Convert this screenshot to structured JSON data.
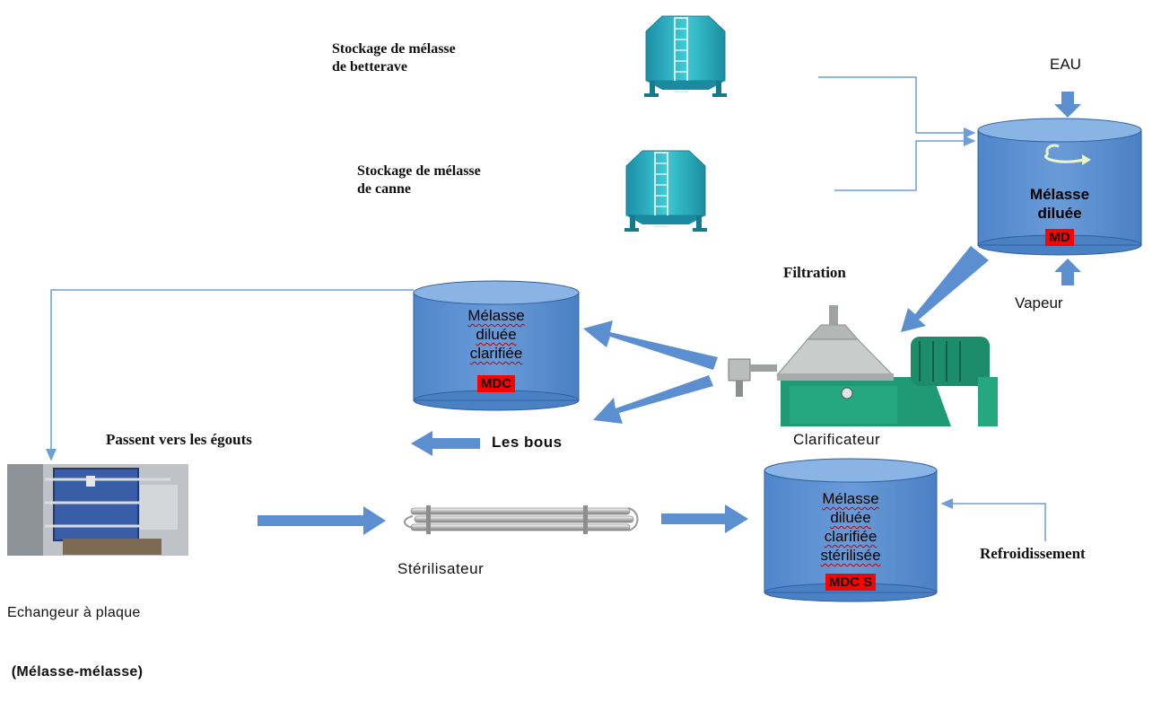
{
  "labels": {
    "storage_beet_line1": "Stockage de mélasse",
    "storage_beet_line2": "de betterave",
    "storage_cane_line1": "Stockage de mélasse",
    "storage_cane_line2": "de canne",
    "water": "EAU",
    "steam": "Vapeur",
    "filtration": "Filtration",
    "clarifier": "Clarificateur",
    "sludge": "Les bous",
    "to_sewer": "Passent vers les égouts",
    "exchanger_line1": "Echangeur à plaque",
    "exchanger_line2": " (Mélasse-mélasse)",
    "sterilizer": "Stérilisateur",
    "cooling": "Refroidissement"
  },
  "tanks": {
    "md": {
      "line1": "Mélasse",
      "line2": "diluée",
      "code": "MD"
    },
    "mdc": {
      "line1": "Mélasse",
      "line2": "diluée",
      "line3": "clarifiée",
      "code": "MDC"
    },
    "mdcs": {
      "line1": "Mélasse",
      "line2": "diluée",
      "line3": "clarifiée",
      "line4": "stérilisée",
      "code": "MDC S"
    }
  },
  "colors": {
    "tank_fill": "#5b8fd0",
    "tank_top": "#7aa7dd",
    "arrow": "#5b8fd0",
    "line": "#6e9ed8",
    "badge": "#ff0000",
    "silo": "#2bb5c4",
    "clarifier_body": "#1f9a72"
  }
}
